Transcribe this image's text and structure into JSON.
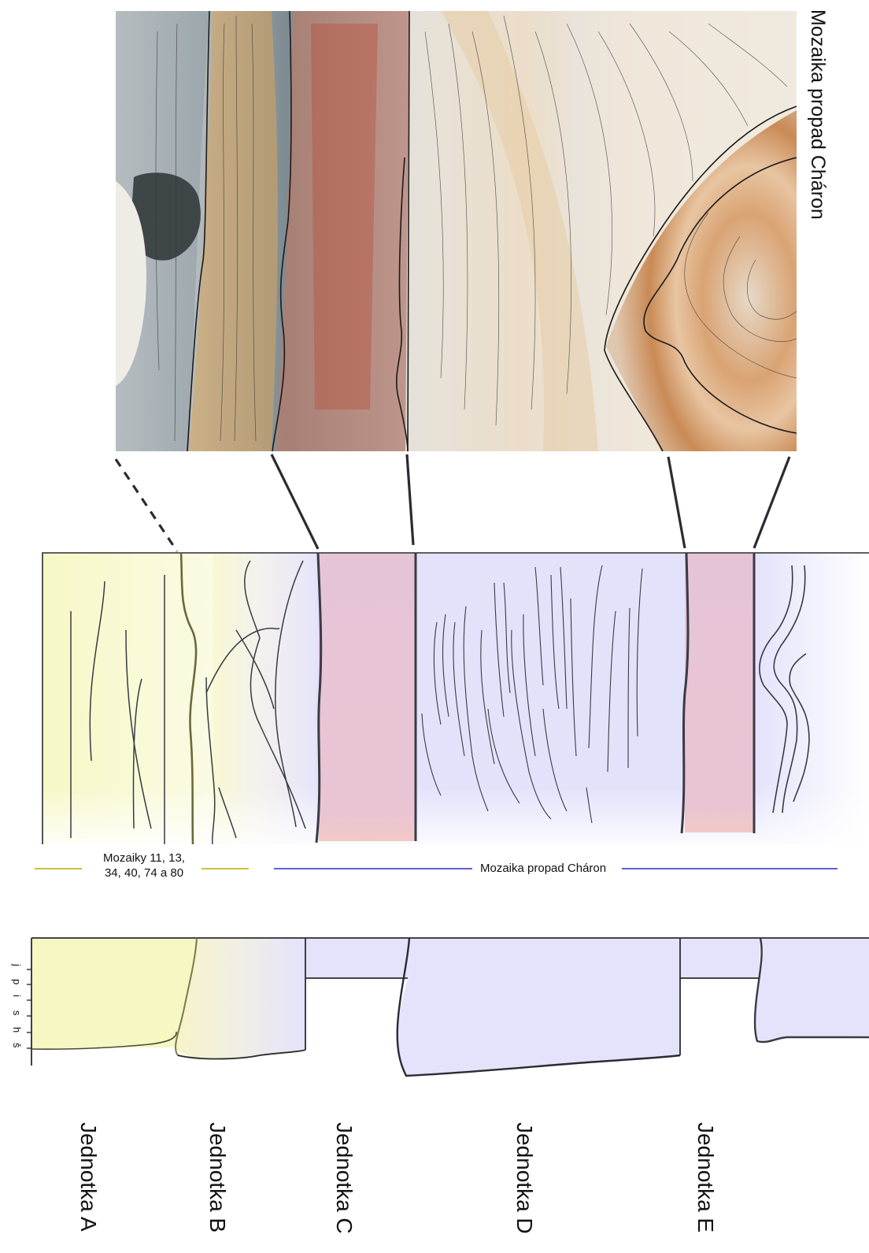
{
  "photo_title": "Mozaika propad Cháron",
  "legend": {
    "left_label": "Mozaiky 11, 13, 34, 40, 74 a 80",
    "left_label_line1": "Mozaiky 11, 13,",
    "left_label_line2": "34, 40, 74 a 80",
    "right_label": "Mozaika propad Cháron",
    "left_line_color": "#c9c23a",
    "right_line_color": "#2a2ad4"
  },
  "scale_ticks": [
    "j",
    "p",
    "i",
    "s",
    "h",
    "š"
  ],
  "units": [
    {
      "label": "Jednotka A"
    },
    {
      "label": "Jednotka B"
    },
    {
      "label": "Jednotka C"
    },
    {
      "label": "Jednotka D"
    },
    {
      "label": "Jednotka E"
    }
  ],
  "colors": {
    "yellow_unit": "#f6f7c8",
    "lavender_unit": "#e3e2fb",
    "pink_band": "#e7c3d6",
    "outline": "#2b2b33"
  }
}
